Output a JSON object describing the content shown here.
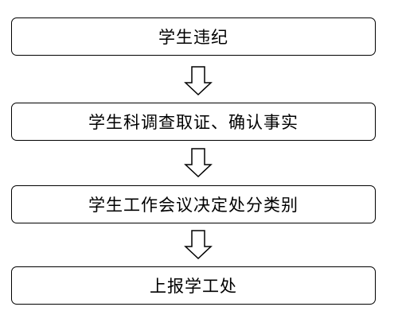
{
  "flow": {
    "steps": [
      {
        "label": "学生违纪"
      },
      {
        "label": "学生科调查取证、确认事实"
      },
      {
        "label": "学生工作会议决定处分类别"
      },
      {
        "label": "上报学工处"
      }
    ]
  },
  "colors": {
    "stroke": "#000000",
    "background": "#ffffff"
  },
  "icons": {
    "connector": "hollow-down-arrow-icon"
  }
}
